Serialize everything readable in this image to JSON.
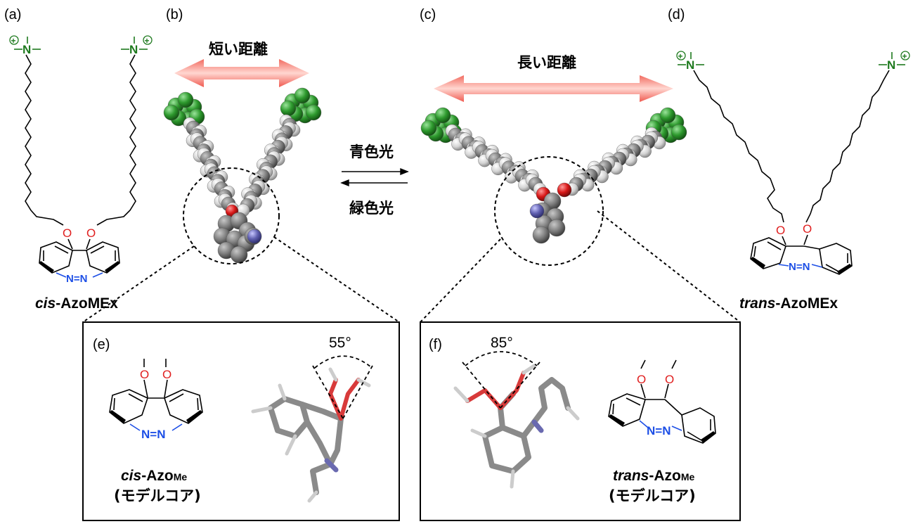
{
  "labels": {
    "a": "(a)",
    "b": "(b)",
    "c": "(c)",
    "d": "(d)",
    "e": "(e)",
    "f": "(f)"
  },
  "arrows": {
    "short_distance": "短い距離",
    "long_distance": "長い距離",
    "forward_light": "青色光",
    "reverse_light": "緑色光"
  },
  "molecules": {
    "cis_full_italic": "cis",
    "cis_full_rest": "-AzoMEx",
    "trans_full_italic": "trans",
    "trans_full_rest": "-AzoMEx",
    "cis_model_italic": "cis",
    "cis_model_rest": "-Azo",
    "cis_model_sub": "Me",
    "trans_model_italic": "trans",
    "trans_model_rest": "-Azo",
    "trans_model_sub": "Me",
    "model_core": "(モデルコア)"
  },
  "angles": {
    "cis": "55°",
    "trans": "85°"
  },
  "atoms": {
    "nitrogen": "N",
    "oxygen": "O",
    "plus": "+",
    "azo": "N=N",
    "azo_n": "N"
  },
  "colors": {
    "nitrogen_ammonium": "#1e7a1e",
    "oxygen": "#e02020",
    "azo_nitrogen": "#1d4fe6",
    "arrow_red": "#f05a50",
    "sphere_green": "#2e9a2e",
    "sphere_gray": "#8a8a8a"
  }
}
